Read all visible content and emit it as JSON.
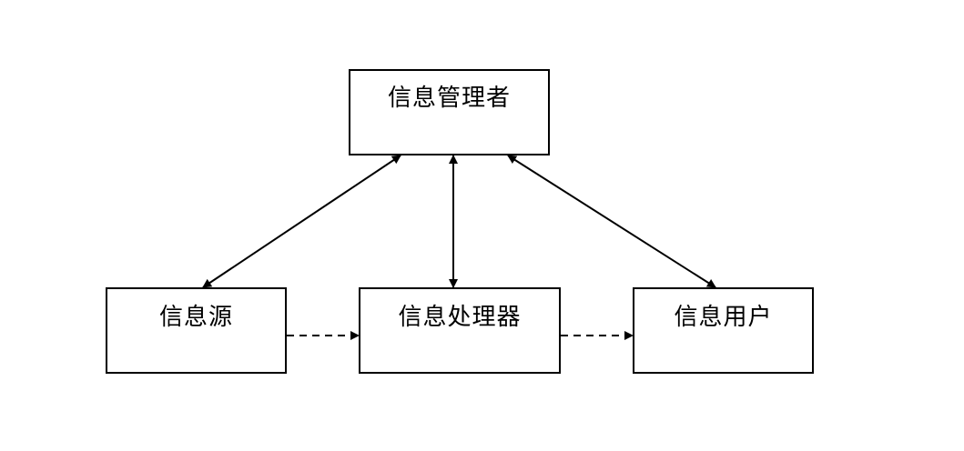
{
  "diagram": {
    "nodes": {
      "manager": "信息管理者",
      "source": "信息源",
      "processor": "信息处理器",
      "user": "信息用户"
    },
    "edges": [
      {
        "from": "manager",
        "to": "source",
        "style": "solid",
        "direction": "both"
      },
      {
        "from": "manager",
        "to": "processor",
        "style": "solid",
        "direction": "both"
      },
      {
        "from": "manager",
        "to": "user",
        "style": "solid",
        "direction": "both"
      },
      {
        "from": "source",
        "to": "processor",
        "style": "dashed",
        "direction": "forward"
      },
      {
        "from": "processor",
        "to": "user",
        "style": "dashed",
        "direction": "forward"
      }
    ],
    "colors": {
      "stroke": "#000000",
      "background": "#ffffff"
    }
  }
}
